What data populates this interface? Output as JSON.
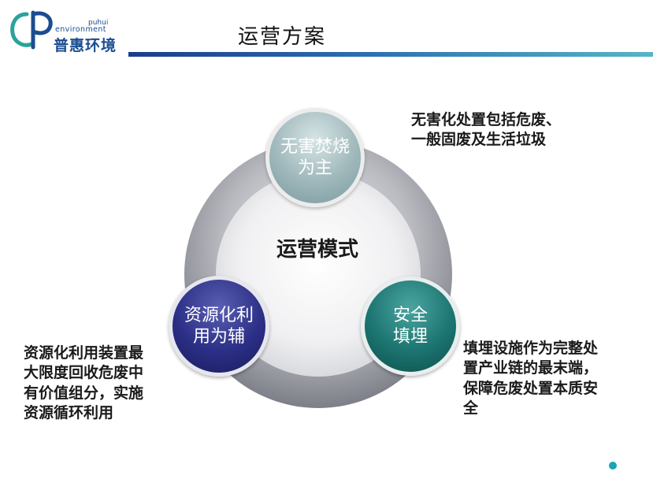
{
  "logo": {
    "name_cn": "普惠环境",
    "name_en_line1": "puhui",
    "name_en_line2": "environment",
    "colors": {
      "blue": "#1b4d8f",
      "teal": "#2aa39a"
    }
  },
  "page": {
    "title": "运营方案"
  },
  "diagram": {
    "center_label": "运营模式",
    "nodes": [
      {
        "id": "top",
        "label": "无害焚烧\n为主"
      },
      {
        "id": "left",
        "label": "资源化利\n用为辅"
      },
      {
        "id": "right",
        "label": "安全\n填埋"
      }
    ],
    "descriptions": {
      "top": "无害化处置包括危废、\n一般固废及生活垃圾",
      "left": "资源化利用装置最\n大限度回收危废中\n有价值组分，实施\n资源循环利用",
      "right": "填埋设施作为完整处\n置产业链的最末端，\n保障危废处置本质安\n全"
    }
  }
}
